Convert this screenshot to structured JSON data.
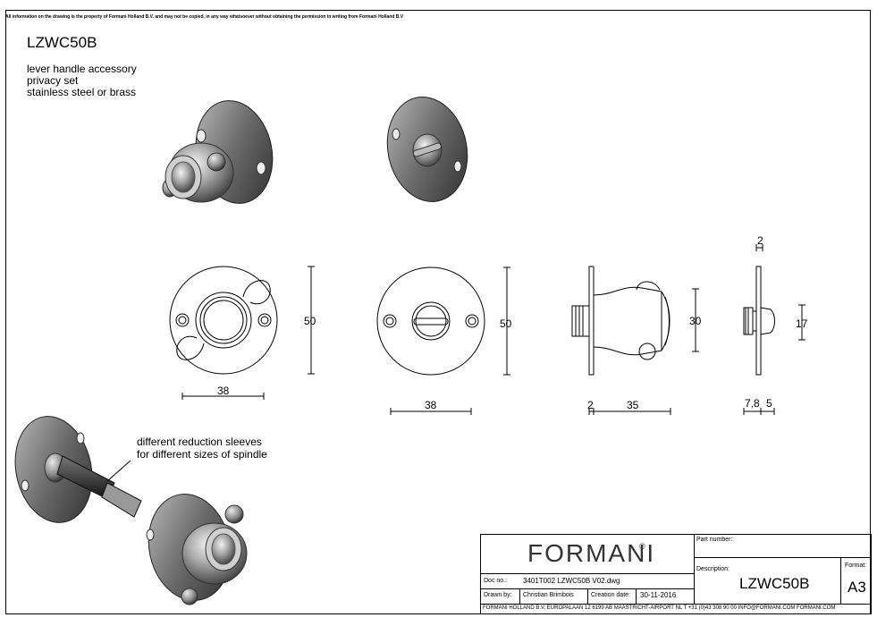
{
  "disclaimer": "All information on the drawing is the property of Formani Holland B.V. and may not be copied, in any way whatsoever without obtaining the permission in writing from Formani Holland B.V",
  "product": {
    "code": "LZWC50B",
    "description": [
      "lever handle accessory",
      "privacy set",
      "stainless steel or brass"
    ]
  },
  "dimensions": {
    "front_width": "38",
    "front_height": "50",
    "back_width": "38",
    "back_height": "50",
    "side_plate": "2",
    "side_depth": "35",
    "side_height": "30",
    "edge_top": "2",
    "edge_height": "17",
    "edge_a": "7,8",
    "edge_b": "5"
  },
  "callout": {
    "line1": "different reduction sleeves",
    "line2": "for different sizes of spindle"
  },
  "title_block": {
    "logo": "FORMANI",
    "logo_mark": "®",
    "part_number_label": "Part number:",
    "description_label": "Description:",
    "description_value": "LZWC50B",
    "format_label": "Format:",
    "format_value": "A3",
    "doc_no_label": "Doc no.:",
    "doc_no_value": "3401T002 LZWC50B V02.dwg",
    "drawn_by_label": "Drawn by:",
    "drawn_by_value": "Christian Brimbois",
    "creation_date_label": "Creation date:",
    "creation_date_value": "30-11-2016",
    "footer": "FORMANI HOLLAND B.V.  EUROPALAAN 12  6199 AB MAASTRICHT-AIRPORT NL  T +31 (0)43 308 90 00 INFO@FORMANI.COM FORMANI.COM"
  }
}
